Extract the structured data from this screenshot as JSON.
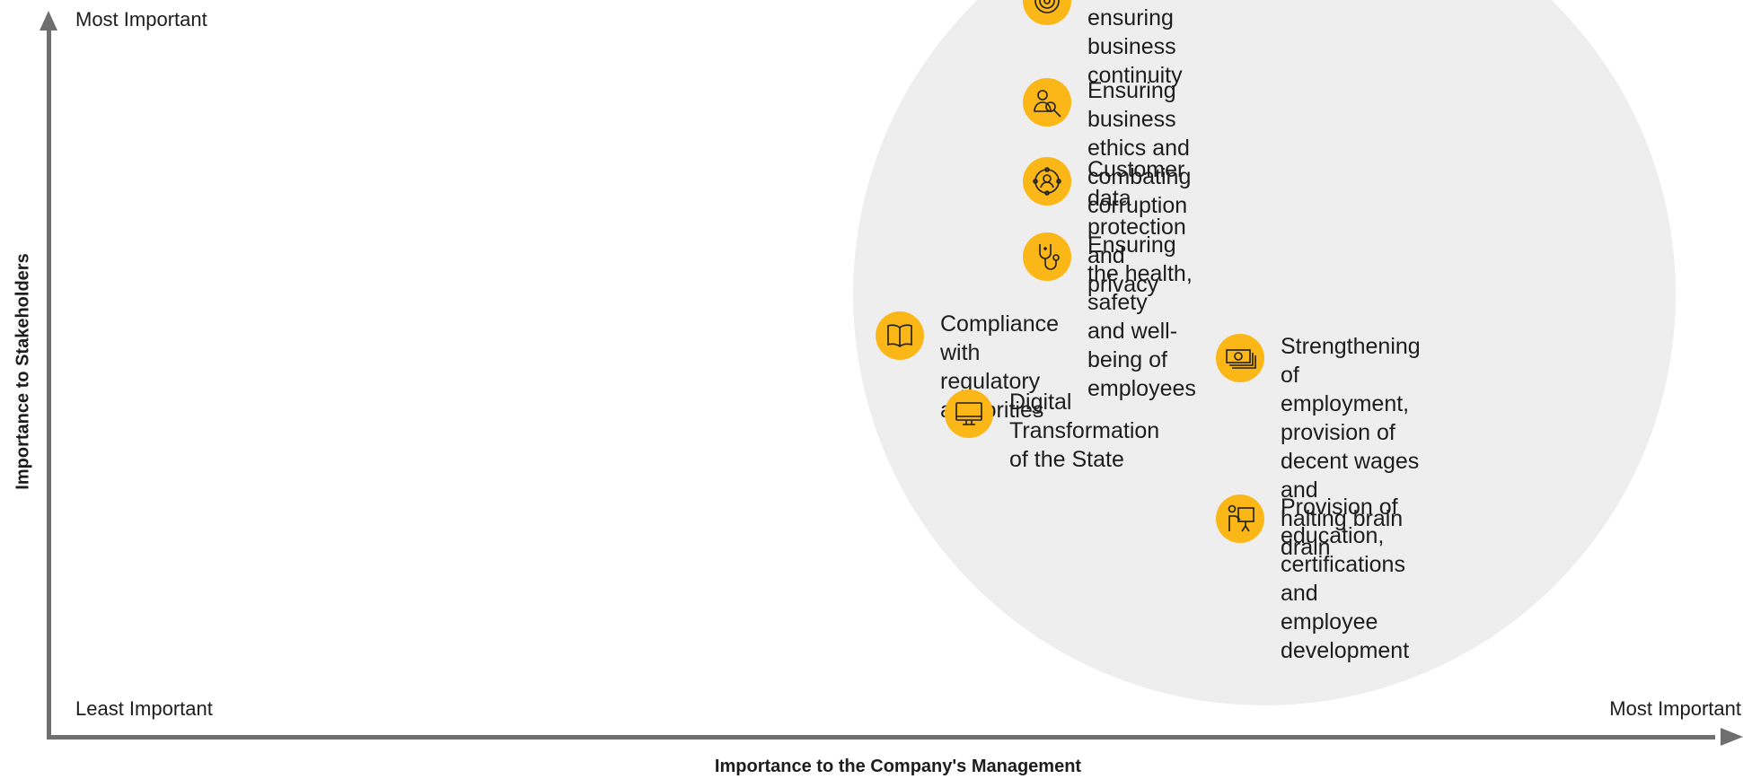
{
  "colors": {
    "background": "#ffffff",
    "bubble": "#eeeeee",
    "icon_circle": "#fbb718",
    "axis": "#6f6f6f",
    "text": "#1d1d1d"
  },
  "y_axis": {
    "title": "Importance to Stakeholders",
    "top_label": "Most Important"
  },
  "x_axis": {
    "title": "Importance to the Company's Management",
    "start_label": "Least Important",
    "end_label": "Most Important"
  },
  "topics": [
    {
      "icon": "shield-target-icon",
      "label": "and ensuring business continuity"
    },
    {
      "icon": "person-magnifier-icon",
      "label": "Ensuring business ethics and combating\ncorruption"
    },
    {
      "icon": "data-protection-icon",
      "label": "Customer data protection and privacy"
    },
    {
      "icon": "stethoscope-icon",
      "label": "Ensuring the health, safety\nand well-being of employees"
    },
    {
      "icon": "book-icon",
      "label": "Compliance with\nregulatory authorities"
    },
    {
      "icon": "monitor-icon",
      "label": "Digital\nTransformation\nof the State"
    },
    {
      "icon": "banknotes-icon",
      "label": "Strengthening of employment,\nprovision of decent wages and\nhalting brain drain"
    },
    {
      "icon": "presenter-icon",
      "label": "Provision of education,\ncertifications and\nemployee development"
    }
  ]
}
